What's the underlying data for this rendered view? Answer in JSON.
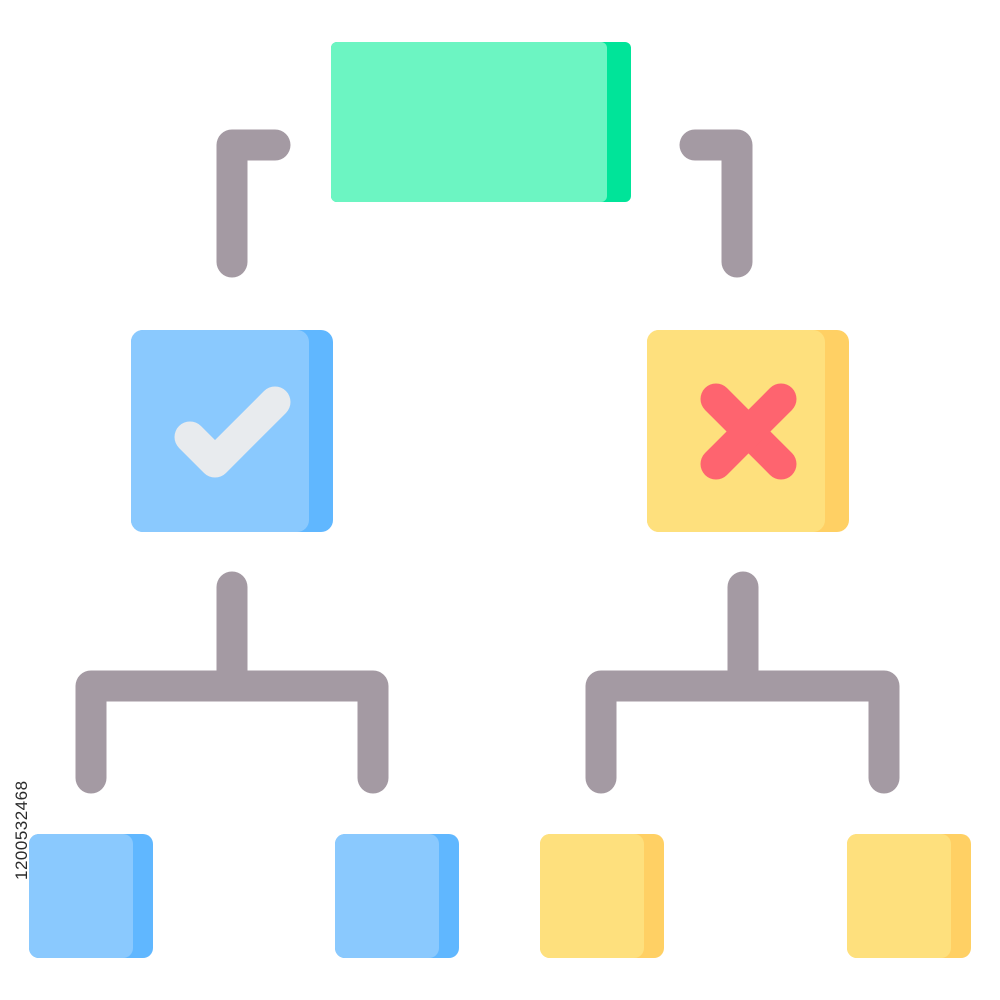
{
  "watermark": {
    "stock_id": "1200532468"
  },
  "colors": {
    "connector": "#A49AA3",
    "root_fill": "#6CF5C2",
    "root_edge": "#00E499",
    "blue_fill": "#8AC9FE",
    "blue_edge": "#60B7FF",
    "yellow_fill": "#FEE07D",
    "yellow_edge": "#FFD064",
    "check_mark": "#E8EBEE",
    "cross_mark": "#FE646F"
  },
  "nodes": {
    "root": {
      "shape": "rectangle"
    },
    "approved": {
      "icon": "check-icon"
    },
    "rejected": {
      "icon": "cross-icon"
    },
    "leaves": [
      {
        "branch": "approved"
      },
      {
        "branch": "approved"
      },
      {
        "branch": "rejected"
      },
      {
        "branch": "rejected"
      }
    ]
  }
}
